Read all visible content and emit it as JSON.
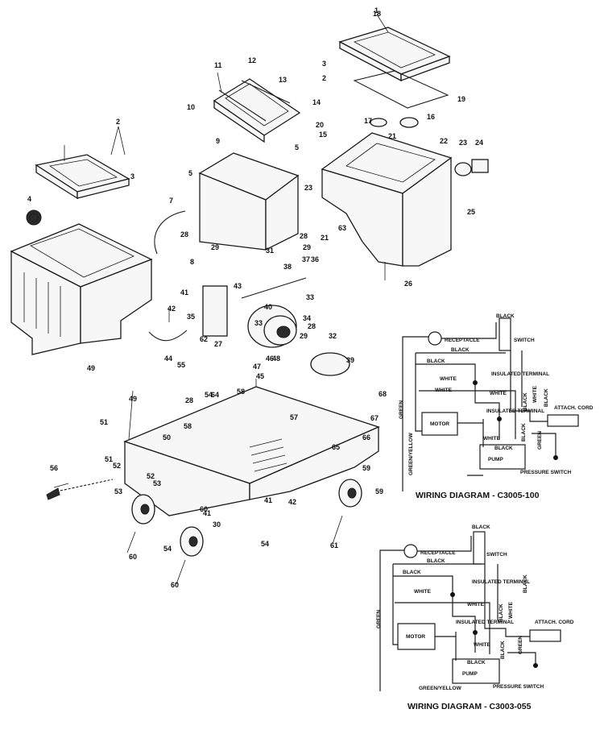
{
  "part_numbers": [
    {
      "id": "p1",
      "text": "1"
    },
    {
      "id": "p2a",
      "text": "2"
    },
    {
      "id": "p2b",
      "text": "2"
    },
    {
      "id": "p3a",
      "text": "3"
    },
    {
      "id": "p3b",
      "text": "3"
    },
    {
      "id": "p4",
      "text": "4"
    },
    {
      "id": "p5a",
      "text": "5"
    },
    {
      "id": "p5b",
      "text": "5"
    },
    {
      "id": "p7",
      "text": "7"
    },
    {
      "id": "p8",
      "text": "8"
    },
    {
      "id": "p9",
      "text": "9"
    },
    {
      "id": "p10",
      "text": "10"
    },
    {
      "id": "p11",
      "text": "11"
    },
    {
      "id": "p12",
      "text": "12"
    },
    {
      "id": "p13",
      "text": "13"
    },
    {
      "id": "p14",
      "text": "14"
    },
    {
      "id": "p15",
      "text": "15"
    },
    {
      "id": "p16",
      "text": "16"
    },
    {
      "id": "p17",
      "text": "17"
    },
    {
      "id": "p18",
      "text": "18"
    },
    {
      "id": "p19",
      "text": "19"
    },
    {
      "id": "p20",
      "text": "20"
    },
    {
      "id": "p21a",
      "text": "21"
    },
    {
      "id": "p21b",
      "text": "21"
    },
    {
      "id": "p22",
      "text": "22"
    },
    {
      "id": "p23a",
      "text": "23"
    },
    {
      "id": "p23b",
      "text": "23"
    },
    {
      "id": "p24",
      "text": "24"
    },
    {
      "id": "p25",
      "text": "25"
    },
    {
      "id": "p26",
      "text": "26"
    },
    {
      "id": "p27",
      "text": "27"
    },
    {
      "id": "p28a",
      "text": "28"
    },
    {
      "id": "p28b",
      "text": "28"
    },
    {
      "id": "p28c",
      "text": "28"
    },
    {
      "id": "p28d",
      "text": "28"
    },
    {
      "id": "p29a",
      "text": "29"
    },
    {
      "id": "p29b",
      "text": "29"
    },
    {
      "id": "p29c",
      "text": "29"
    },
    {
      "id": "p30",
      "text": "30"
    },
    {
      "id": "p31",
      "text": "31"
    },
    {
      "id": "p32",
      "text": "32"
    },
    {
      "id": "p33a",
      "text": "33"
    },
    {
      "id": "p33b",
      "text": "33"
    },
    {
      "id": "p34",
      "text": "34"
    },
    {
      "id": "p35",
      "text": "35"
    },
    {
      "id": "p36",
      "text": "36"
    },
    {
      "id": "p37",
      "text": "37"
    },
    {
      "id": "p38",
      "text": "38"
    },
    {
      "id": "p39",
      "text": "39"
    },
    {
      "id": "p40",
      "text": "40"
    },
    {
      "id": "p41a",
      "text": "41"
    },
    {
      "id": "p41b",
      "text": "41"
    },
    {
      "id": "p41c",
      "text": "41"
    },
    {
      "id": "p42a",
      "text": "42"
    },
    {
      "id": "p42b",
      "text": "42"
    },
    {
      "id": "p43",
      "text": "43"
    },
    {
      "id": "p44",
      "text": "44"
    },
    {
      "id": "p45",
      "text": "45"
    },
    {
      "id": "p46",
      "text": "46"
    },
    {
      "id": "p47",
      "text": "47"
    },
    {
      "id": "p48",
      "text": "48"
    },
    {
      "id": "p49a",
      "text": "49"
    },
    {
      "id": "p49b",
      "text": "49"
    },
    {
      "id": "p50",
      "text": "50"
    },
    {
      "id": "p51a",
      "text": "51"
    },
    {
      "id": "p51b",
      "text": "51"
    },
    {
      "id": "p52a",
      "text": "52"
    },
    {
      "id": "p52b",
      "text": "52"
    },
    {
      "id": "p53a",
      "text": "53"
    },
    {
      "id": "p53b",
      "text": "53"
    },
    {
      "id": "p54a",
      "text": "54"
    },
    {
      "id": "p54b",
      "text": "54"
    },
    {
      "id": "p54c",
      "text": "54"
    },
    {
      "id": "p55",
      "text": "55"
    },
    {
      "id": "p56",
      "text": "56"
    },
    {
      "id": "p57",
      "text": "57"
    },
    {
      "id": "p58a",
      "text": "58"
    },
    {
      "id": "p58b",
      "text": "58"
    },
    {
      "id": "p59a",
      "text": "59"
    },
    {
      "id": "p59b",
      "text": "59"
    },
    {
      "id": "p60a",
      "text": "60"
    },
    {
      "id": "p60b",
      "text": "60"
    },
    {
      "id": "p60c",
      "text": "60"
    },
    {
      "id": "p61",
      "text": "61"
    },
    {
      "id": "p62",
      "text": "62"
    },
    {
      "id": "p63",
      "text": "63"
    },
    {
      "id": "p64",
      "text": "64"
    },
    {
      "id": "p65",
      "text": "65"
    },
    {
      "id": "p66",
      "text": "66"
    },
    {
      "id": "p67",
      "text": "67"
    },
    {
      "id": "p68",
      "text": "68"
    }
  ],
  "wiring_diagrams": [
    {
      "title": "WIRING DIAGRAM - C3005-100",
      "labels": {
        "receptacle": "RECEPTACLE",
        "switch": "SWITCH",
        "black1": "BLACK",
        "black2": "BLACK",
        "black3": "BLACK",
        "black_v1": "BLACK",
        "black_v2": "BLACK",
        "black_v3": "BLACK",
        "black4": "BLACK",
        "white1": "WHITE",
        "white2": "WHITE",
        "white3": "WHITE",
        "white4": "WHITE",
        "white_v": "WHITE",
        "insulated_terminal_1": "INSULATED TERMINAL",
        "insulated_terminal_2": "INSULATED TERMINAL",
        "motor": "MOTOR",
        "pump": "PUMP",
        "pressure_switch": "PRESSURE SWITCH",
        "green1": "GREEN",
        "green2": "GREEN",
        "green_yellow": "GREEN/YELLOW",
        "attach_cord": "ATTACH. CORD"
      }
    },
    {
      "title": "WIRING DIAGRAM - C3003-055",
      "labels": {
        "receptacle": "RECEPTACLE",
        "switch": "SWITCH",
        "black1": "BLACK",
        "black2": "BLACK",
        "black3": "BLACK",
        "black_v1": "BLACK",
        "black_v2": "BLACK",
        "black_v3": "BLACK",
        "black4": "BLACK",
        "white1": "WHITE",
        "white2": "WHITE",
        "white3": "WHITE",
        "white_v": "WHITE",
        "insulated_terminal_1": "INSULATED TERMINAL",
        "insulated_terminal_2": "INSULATED TERMINAL",
        "motor": "MOTOR",
        "pump": "PUMP",
        "pressure_switch": "PRESSURE SWITCH",
        "green1": "GREEN",
        "green2": "GREEN",
        "green_yellow": "GREEN/YELLOW",
        "attach_cord": "ATTACH. CORD"
      }
    }
  ]
}
